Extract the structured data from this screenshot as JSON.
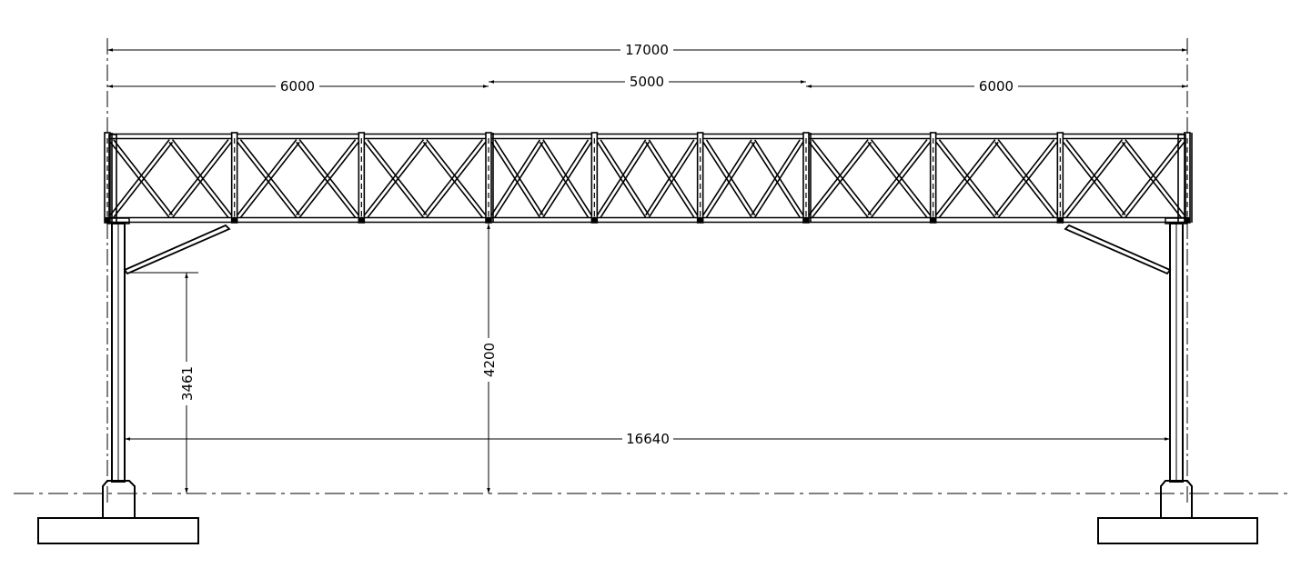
{
  "drawing": {
    "title": "Gantry truss elevation",
    "dimensions": {
      "overall_span": "17000",
      "left_bay": "6000",
      "middle_bay": "5000",
      "right_bay": "6000",
      "clear_height": "4200",
      "brace_height": "3461",
      "column_spacing": "16640"
    },
    "panels_per_bay": [
      3,
      3,
      3
    ],
    "line_color": "#000000"
  }
}
